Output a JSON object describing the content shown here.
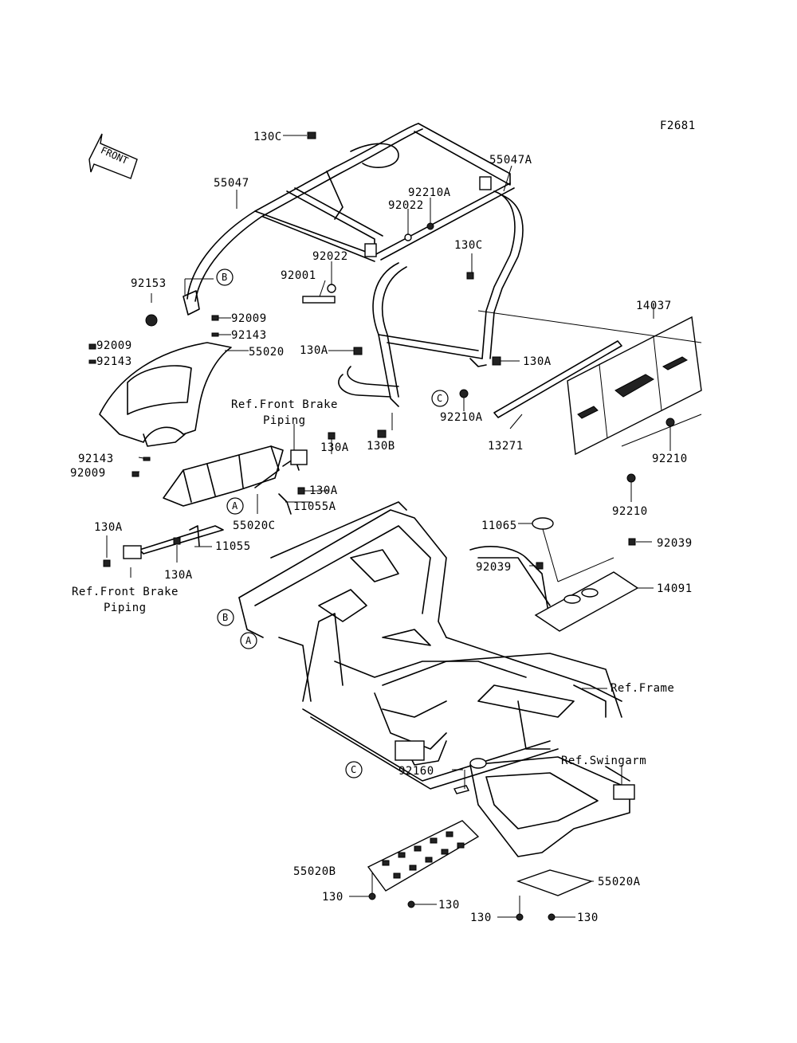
{
  "figure_id": "F2681",
  "front_arrow_text": "FRONT",
  "callout_letters": [
    "A",
    "B",
    "C"
  ],
  "labels": {
    "p130C_top": "130C",
    "p55047": "55047",
    "p55047A": "55047A",
    "p92210A_top": "92210A",
    "p92022_a": "92022",
    "p92022_b": "92022",
    "p130C_mid": "130C",
    "p92001": "92001",
    "p92153": "92153",
    "p92009_a": "92009",
    "p92143_a": "92143",
    "p92009_b": "92009",
    "p92143_b": "92143",
    "p55020": "55020",
    "p130A_a": "130A",
    "p130A_b": "130A",
    "p14037": "14037",
    "p92210A_mid": "92210A",
    "p13271": "13271",
    "p130B": "130B",
    "p92210_a": "92210",
    "p92210_b": "92210",
    "p130A_c": "130A",
    "p130A_d": "130A",
    "p11055A": "11055A",
    "p92143_c": "92143",
    "p92009_c": "92009",
    "p55020C": "55020C",
    "p130A_e": "130A",
    "p11055": "11055",
    "p130A_f": "130A",
    "p11065": "11065",
    "p92039_a": "92039",
    "p92039_b": "92039",
    "p14091": "14091",
    "p92160": "92160",
    "p55020B": "55020B",
    "p130_a": "130",
    "p130_b": "130",
    "p130_c": "130",
    "p130_d": "130",
    "p55020A": "55020A"
  },
  "references": {
    "brake_piping_top_1": "Ref.Front Brake",
    "brake_piping_top_2": "Piping",
    "brake_piping_bot_1": "Ref.Front Brake",
    "brake_piping_bot_2": "Piping",
    "frame": "Ref.Frame",
    "swingarm": "Ref.Swingarm"
  }
}
